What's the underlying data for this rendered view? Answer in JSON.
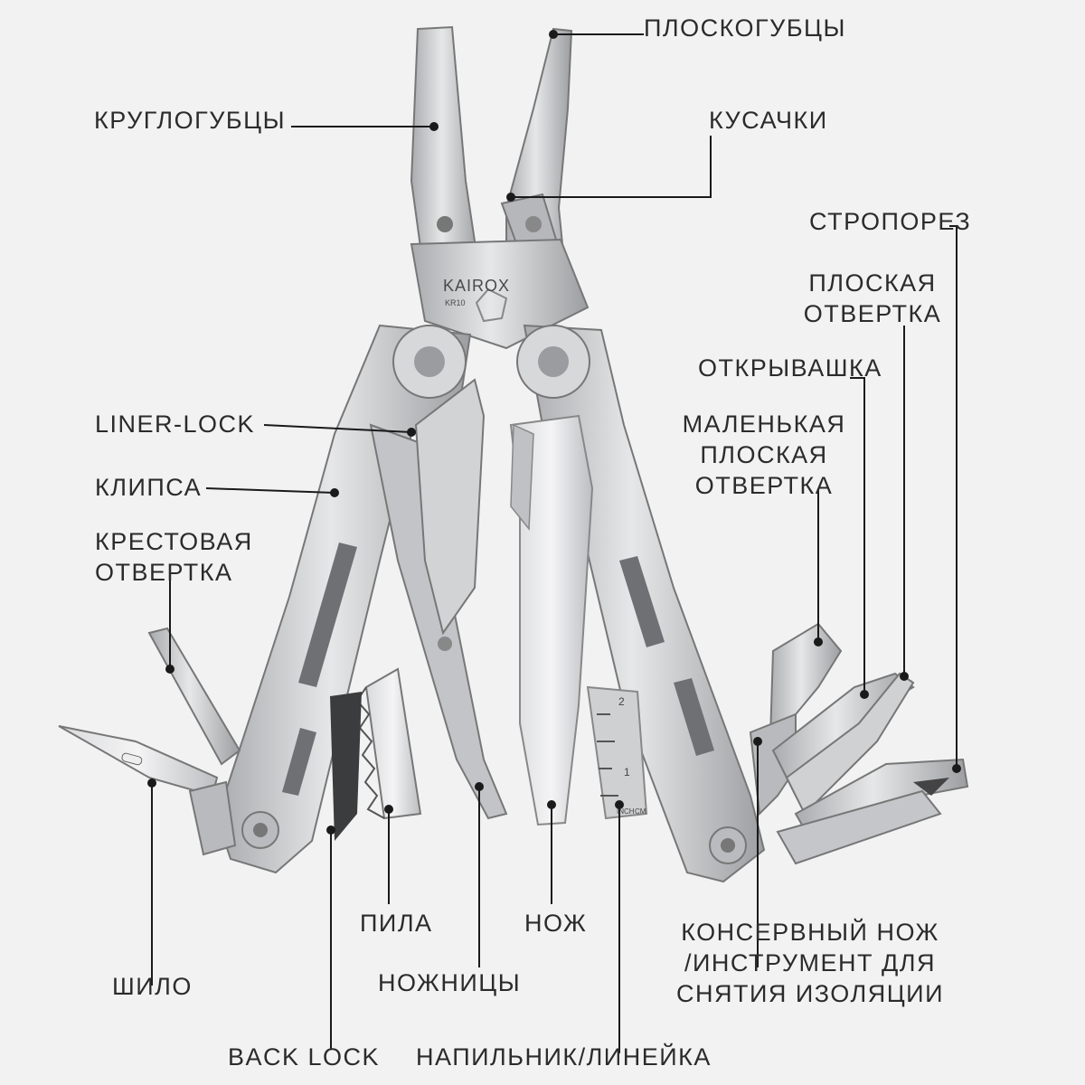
{
  "brand": {
    "name": "KAIROX",
    "model": "KR10"
  },
  "labels": {
    "pliers": "ПЛОСКОГУБЦЫ",
    "round_pliers": "КРУГЛОГУБЦЫ",
    "wire_cutter": "КУСАЧКИ",
    "strap_cutter": "СТРОПОРЕЗ",
    "flat_screwdriver": [
      "ПЛОСКАЯ",
      "ОТВЕРТКА"
    ],
    "bottle_opener": "ОТКРЫВАШКА",
    "small_flat_screwdriver": [
      "МАЛЕНЬКАЯ",
      "ПЛОСКАЯ",
      "ОТВЕРТКА"
    ],
    "liner_lock": "LINER-LOCK",
    "clip": "КЛИПСА",
    "phillips_screwdriver": [
      "КРЕСТОВАЯ",
      "ОТВЕРТКА"
    ],
    "saw": "ПИЛА",
    "knife": "НОЖ",
    "can_opener": [
      "КОНСЕРВНЫЙ НОЖ",
      "/ИНСТРУМЕНТ ДЛЯ",
      "СНЯТИЯ ИЗОЛЯЦИИ"
    ],
    "awl": "ШИЛО",
    "scissors": "НОЖНИЦЫ",
    "back_lock": "BACK LOCK",
    "file_ruler": "НАПИЛЬНИК/ЛИНЕЙКА"
  },
  "ruler": {
    "ticks": [
      "1",
      "2"
    ],
    "inch": "INCH",
    "cm": "CM"
  },
  "colors": {
    "background": "#f2f2f2",
    "steel": "#c9cacc",
    "steel_dark": "#8e9093",
    "text": "#2b2b2b",
    "line": "#1a1a1a"
  }
}
